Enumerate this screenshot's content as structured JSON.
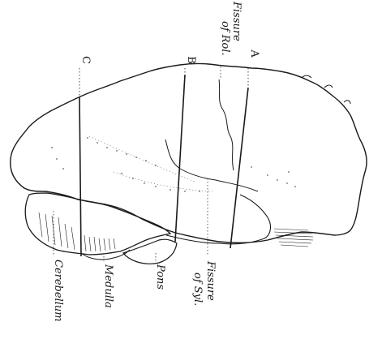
{
  "labels": {
    "fissure_rol_line1": "Fissure",
    "fissure_rol_line2": "of Rol.",
    "fissure_syl_line1": "Fissure",
    "fissure_syl_line2": "of Syl.",
    "pons": "Pons",
    "medulla": "Medulla",
    "cerebellum": "Cerebellum"
  },
  "section_letters": {
    "a": "A",
    "b": "B",
    "c": "C"
  },
  "colors": {
    "ink": "#1a1a1a",
    "background": "#ffffff"
  }
}
